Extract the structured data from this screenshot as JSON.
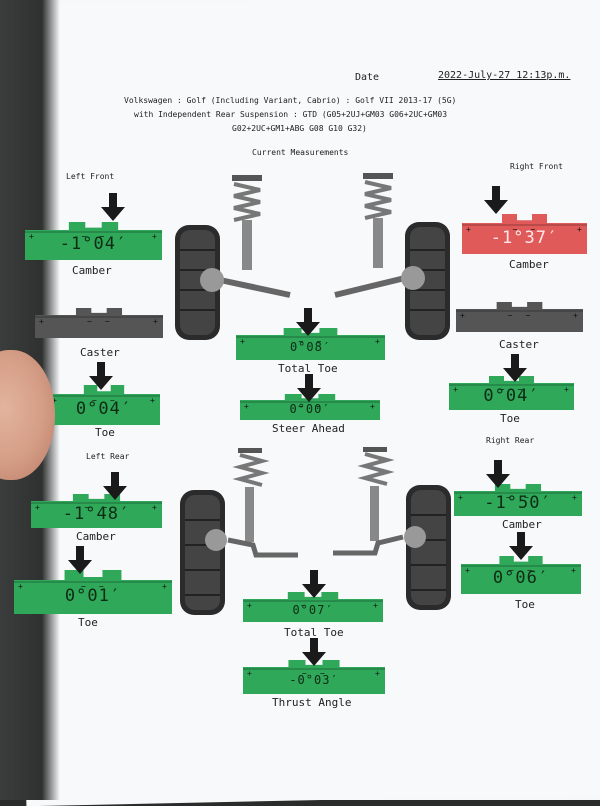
{
  "header": {
    "date_label": "Date",
    "date_value": "2022-July-27 12:13p.m.",
    "vehicle_line1": "Volkswagen : Golf (Including Variant, Cabrio) : Golf VII 2013-17 (5G)",
    "vehicle_line2": "with Independent Rear Suspension : GTD  (G05+2UJ+GM03 G06+2UC+GM03",
    "vehicle_line3": "G02+2UC+GM1+ABG G08 G10 G32)",
    "section_title": "Current Measurements"
  },
  "front": {
    "left_title": "Left Front",
    "right_title": "Right Front",
    "left_camber": {
      "value": "-1°04′",
      "label": "Camber",
      "status": "ok"
    },
    "right_camber": {
      "value": "-1°37′",
      "label": "Camber",
      "status": "out"
    },
    "left_caster": {
      "label": "Caster"
    },
    "right_caster": {
      "label": "Caster"
    },
    "total_toe": {
      "value": "0°08′",
      "label": "Total Toe"
    },
    "left_toe": {
      "value": "0°04′",
      "label": "Toe"
    },
    "right_toe": {
      "value": "0°04′",
      "label": "Toe"
    },
    "steer_ahead": {
      "value": "0°00′",
      "label": "Steer Ahead"
    }
  },
  "rear": {
    "left_title": "Left Rear",
    "right_title": "Right Rear",
    "left_camber": {
      "value": "-1°48′",
      "label": "Camber"
    },
    "right_camber": {
      "value": "-1°50′",
      "label": "Camber"
    },
    "left_toe": {
      "value": "0°01′",
      "label": "Toe"
    },
    "right_toe": {
      "value": "0°06′",
      "label": "Toe"
    },
    "total_toe": {
      "value": "0°07′",
      "label": "Total Toe"
    },
    "thrust_angle": {
      "value": "-0°03′",
      "label": "Thrust Angle"
    }
  },
  "colors": {
    "ok": "#2fa85a",
    "ok_dark": "#1f8a45",
    "out": "#e05a5a",
    "neutral": "#555555"
  }
}
